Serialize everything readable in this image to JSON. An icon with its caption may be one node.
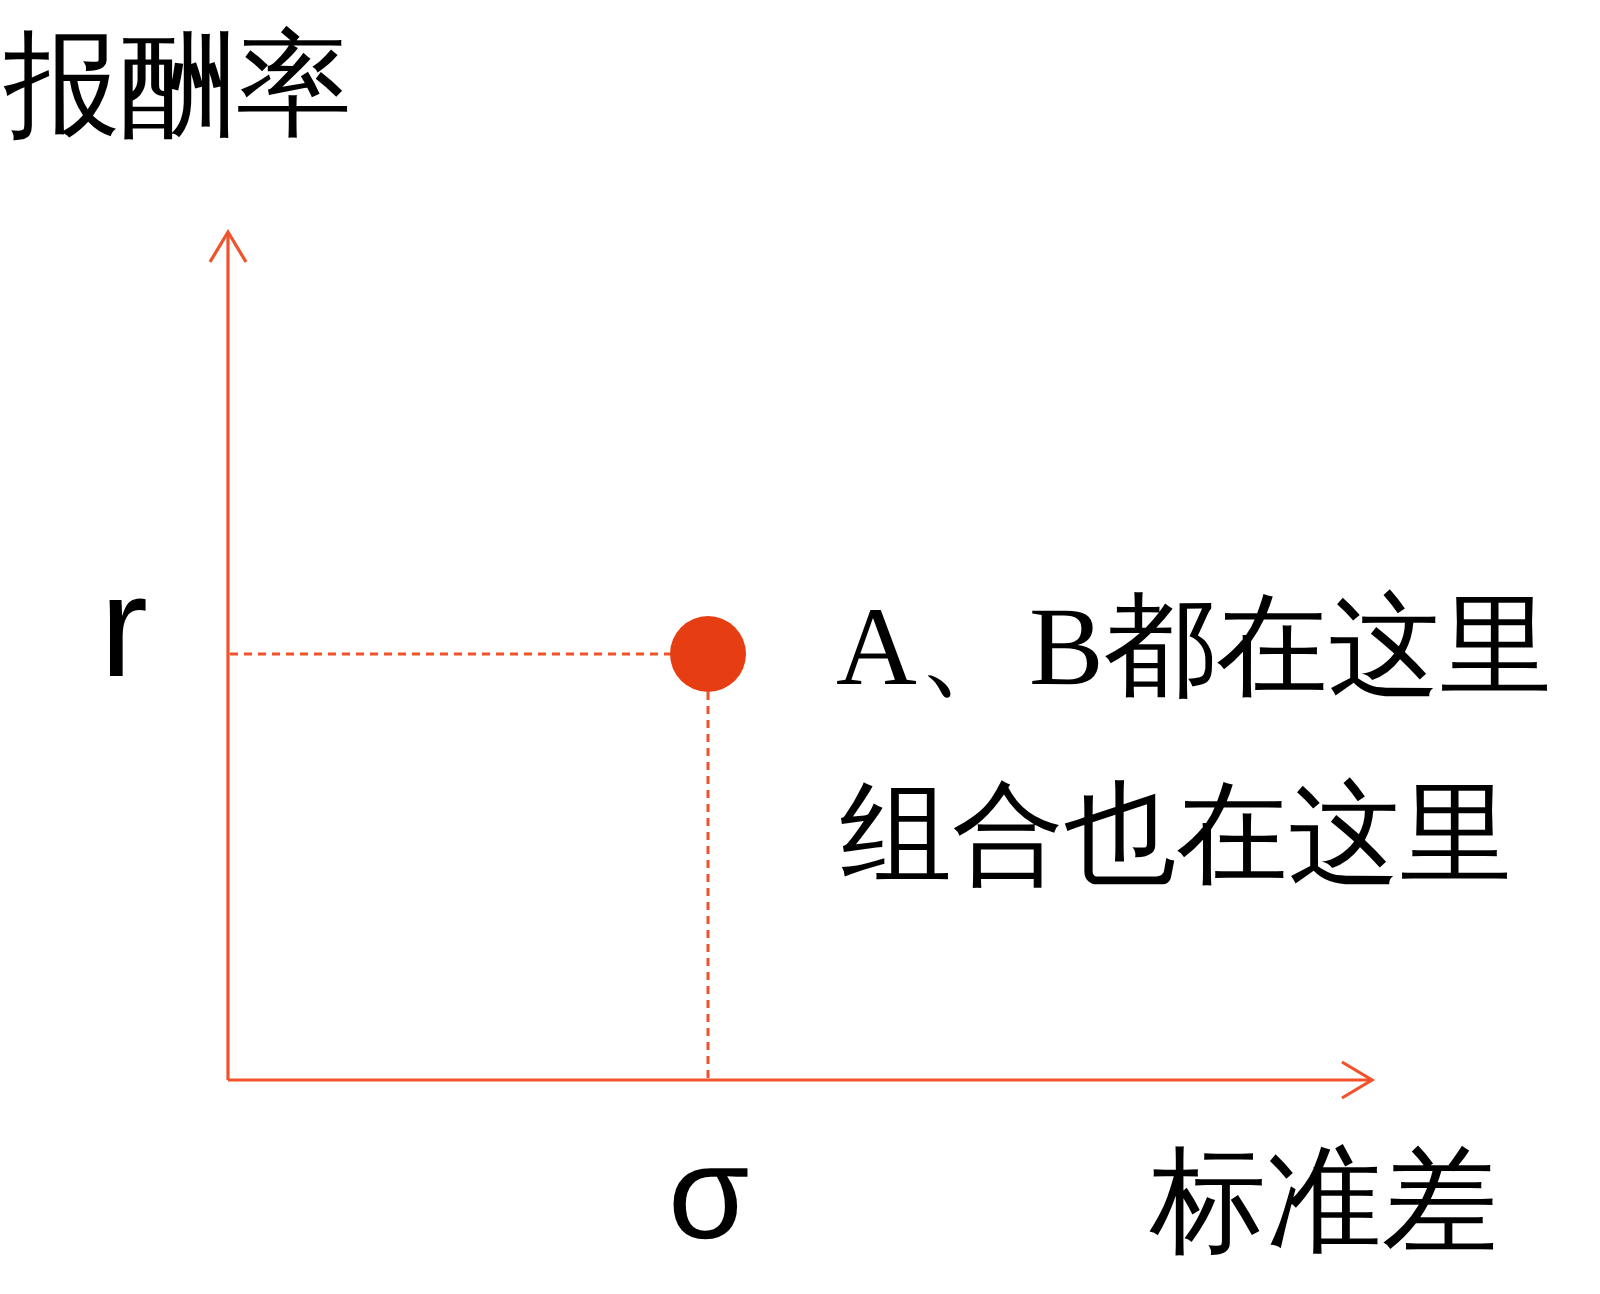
{
  "diagram": {
    "nodes": [
      {
        "text": [],
        "shape": "circle",
        "beside": [
          "A、B都在这里",
          "组合也在这里"
        ]
      }
    ],
    "labels": [
      "报酬率",
      "r",
      "σ",
      "标准差"
    ]
  }
}
